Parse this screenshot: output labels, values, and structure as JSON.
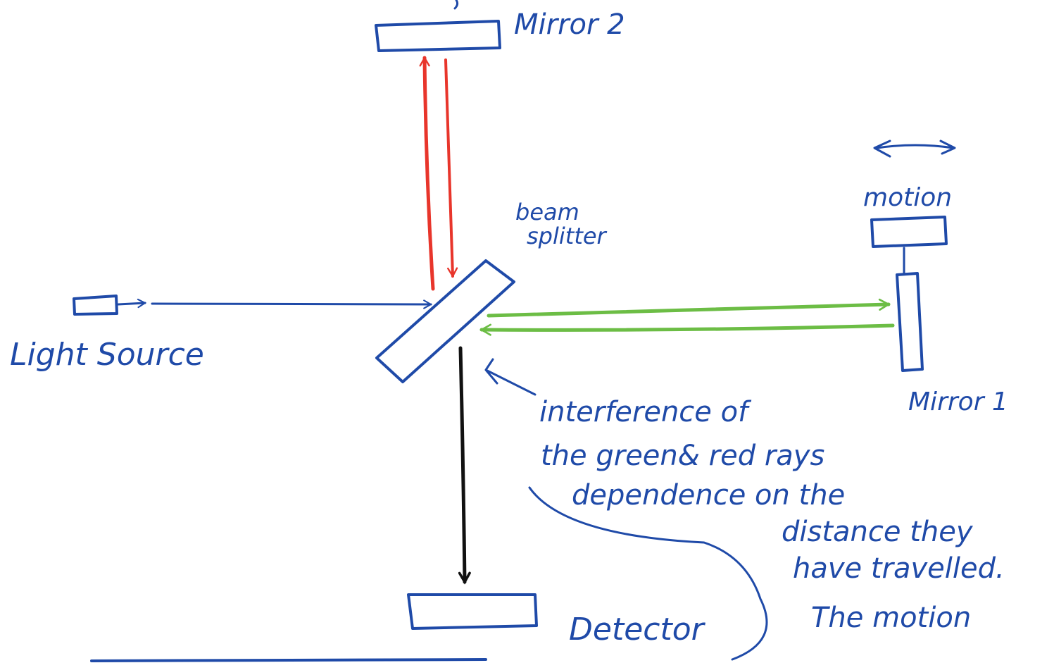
{
  "labels": {
    "mirror2": "Mirror 2",
    "mirror1": "Mirror 1",
    "motion": "motion",
    "beam_splitter_line1": "beam",
    "beam_splitter_line2": "splitter",
    "light_source": "Light Source",
    "detector": "Detector"
  },
  "note": {
    "lines": [
      "interference of",
      "the green& red rays",
      "dependence on the",
      "distance they",
      "have travelled.",
      "The motion"
    ]
  },
  "colors": {
    "ink": "#1f4aa8",
    "red_ray": "#e8352b",
    "green_ray": "#6cbd45",
    "detector_ray": "#111111"
  }
}
